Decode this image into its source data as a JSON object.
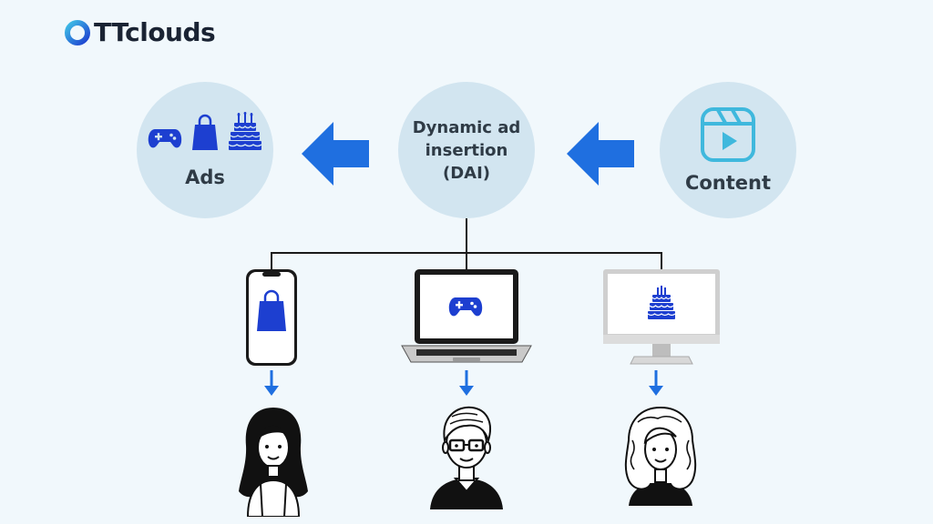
{
  "brand": {
    "name": "TTclouds",
    "accent": "#1d57d8"
  },
  "nodes": {
    "ads": {
      "label": "Ads",
      "icons": [
        "gamepad-icon",
        "shopping-bag-icon",
        "cake-icon"
      ]
    },
    "dai": {
      "line1": "Dynamic ad",
      "line2": "insertion",
      "line3": "(DAI)"
    },
    "content": {
      "label": "Content",
      "icon": "video-play-icon"
    }
  },
  "devices": [
    {
      "type": "smartphone",
      "ad_icon": "shopping-bag-icon"
    },
    {
      "type": "laptop",
      "ad_icon": "gamepad-icon"
    },
    {
      "type": "desktop-monitor",
      "ad_icon": "cake-icon"
    }
  ],
  "viewers": [
    "viewer-woman-dark-hair",
    "viewer-man-glasses",
    "viewer-woman-curly-hair"
  ],
  "colors": {
    "background": "#f1f8fc",
    "node_fill": "#d2e5f0",
    "arrow": "#1f6fe0",
    "icon_blue": "#1d3fd0",
    "content_icon": "#3fb8dd",
    "line": "#1a1a1a"
  }
}
